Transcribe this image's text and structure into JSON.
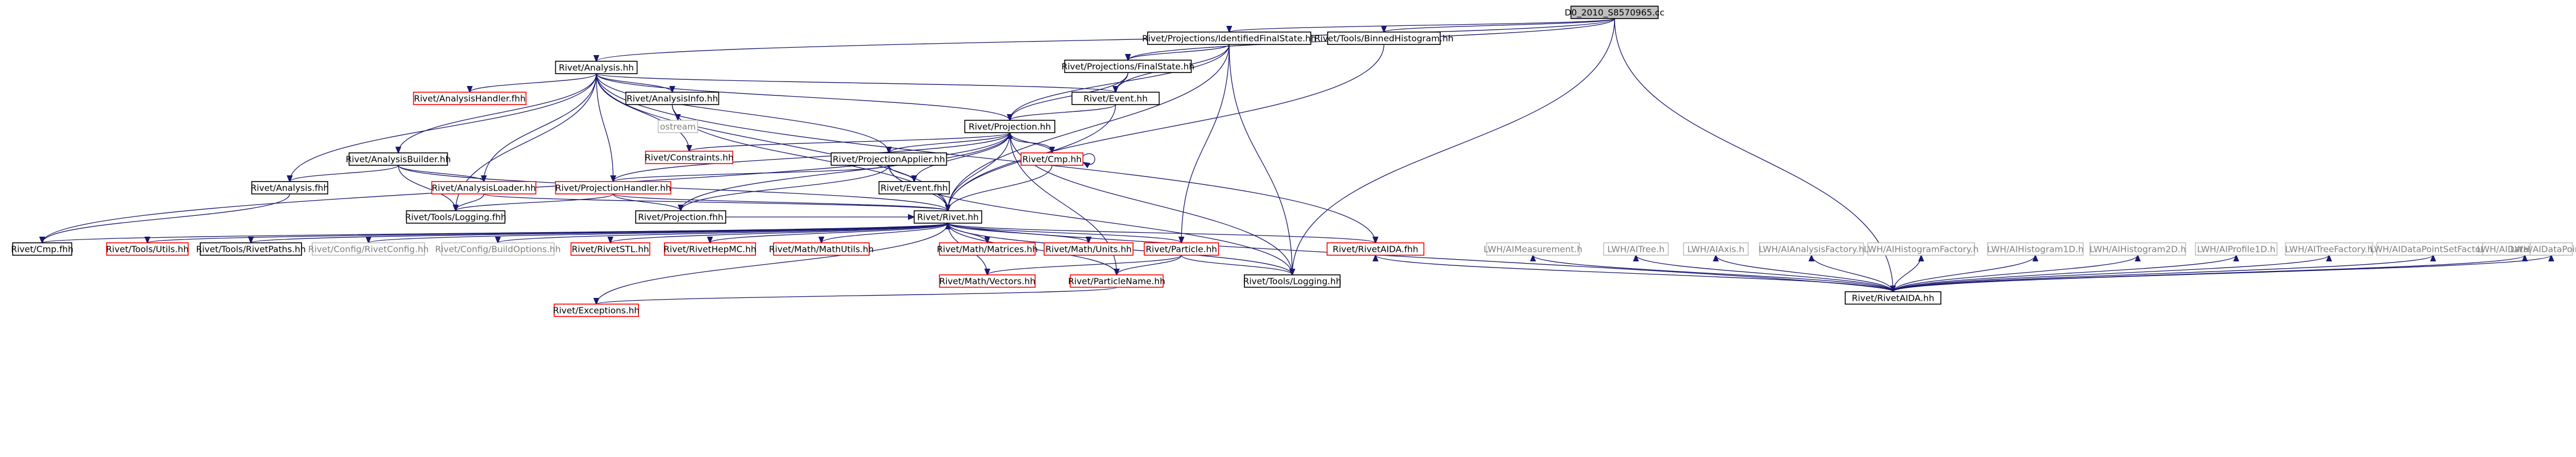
{
  "colors": {
    "edge": "#191970",
    "root_fill": "#bfbfbf",
    "normal_border": "#000000",
    "undocumented_border": "#ff0000",
    "external_border": "#bfbfbf",
    "external_text": "#7f7f7f"
  },
  "nodes": [
    {
      "id": "root",
      "label": "D0_2010_S8570965.cc",
      "kind": "root"
    },
    {
      "id": "analysis",
      "label": "Rivet/Analysis.hh",
      "kind": "normal"
    },
    {
      "id": "idfs",
      "label": "Rivet/Projections/IdentifiedFinalState.hh",
      "kind": "normal"
    },
    {
      "id": "binhist",
      "label": "Rivet/Tools/BinnedHistogram.hh",
      "kind": "normal"
    },
    {
      "id": "rivetaida",
      "label": "Rivet/RivetAIDA.hh",
      "kind": "normal"
    },
    {
      "id": "fs",
      "label": "Rivet/Projections/FinalState.hh",
      "kind": "normal"
    },
    {
      "id": "anahandler",
      "label": "Rivet/AnalysisHandler.fhh",
      "kind": "red"
    },
    {
      "id": "anainfo",
      "label": "Rivet/AnalysisInfo.hh",
      "kind": "normal"
    },
    {
      "id": "event",
      "label": "Rivet/Event.hh",
      "kind": "normal"
    },
    {
      "id": "ostream",
      "label": "ostream",
      "kind": "ext"
    },
    {
      "id": "projection",
      "label": "Rivet/Projection.hh",
      "kind": "normal"
    },
    {
      "id": "anabuilder",
      "label": "Rivet/AnalysisBuilder.hh",
      "kind": "normal"
    },
    {
      "id": "constraints",
      "label": "Rivet/Constraints.hh",
      "kind": "red"
    },
    {
      "id": "projapplier",
      "label": "Rivet/ProjectionApplier.hh",
      "kind": "normal"
    },
    {
      "id": "cmphh",
      "label": "Rivet/Cmp.hh",
      "kind": "red"
    },
    {
      "id": "anafhh",
      "label": "Rivet/Analysis.fhh",
      "kind": "normal"
    },
    {
      "id": "analoader",
      "label": "Rivet/AnalysisLoader.hh",
      "kind": "red"
    },
    {
      "id": "projhandler",
      "label": "Rivet/ProjectionHandler.hh",
      "kind": "red"
    },
    {
      "id": "eventfhh",
      "label": "Rivet/Event.fhh",
      "kind": "normal"
    },
    {
      "id": "toolslogfhh",
      "label": "Rivet/Tools/Logging.fhh",
      "kind": "normal"
    },
    {
      "id": "projfhh",
      "label": "Rivet/Projection.fhh",
      "kind": "normal"
    },
    {
      "id": "rivethh",
      "label": "Rivet/Rivet.hh",
      "kind": "normal"
    },
    {
      "id": "cmpfhh",
      "label": "Rivet/Cmp.fhh",
      "kind": "normal"
    },
    {
      "id": "toolsutils",
      "label": "Rivet/Tools/Utils.hh",
      "kind": "red"
    },
    {
      "id": "toolspaths",
      "label": "Rivet/Tools/RivetPaths.hh",
      "kind": "normal"
    },
    {
      "id": "rivetconfig",
      "label": "Rivet/Config/RivetConfig.hh",
      "kind": "ext"
    },
    {
      "id": "buildopts",
      "label": "Rivet/Config/BuildOptions.hh",
      "kind": "ext"
    },
    {
      "id": "rivetstl",
      "label": "Rivet/RivetSTL.hh",
      "kind": "red"
    },
    {
      "id": "rivethepmc",
      "label": "Rivet/RivetHepMC.hh",
      "kind": "red"
    },
    {
      "id": "mathutils",
      "label": "Rivet/Math/MathUtils.hh",
      "kind": "red"
    },
    {
      "id": "mathmatrices",
      "label": "Rivet/Math/Matrices.hh",
      "kind": "red"
    },
    {
      "id": "mathunits",
      "label": "Rivet/Math/Units.hh",
      "kind": "red"
    },
    {
      "id": "particle",
      "label": "Rivet/Particle.hh",
      "kind": "red"
    },
    {
      "id": "rivetaidafhh",
      "label": "Rivet/RivetAIDA.fhh",
      "kind": "red"
    },
    {
      "id": "mathvectors",
      "label": "Rivet/Math/Vectors.hh",
      "kind": "red"
    },
    {
      "id": "particlename",
      "label": "Rivet/ParticleName.hh",
      "kind": "red"
    },
    {
      "id": "toolslog",
      "label": "Rivet/Tools/Logging.hh",
      "kind": "normal"
    },
    {
      "id": "exceptions",
      "label": "Rivet/Exceptions.hh",
      "kind": "red"
    },
    {
      "id": "lwhmeas",
      "label": "LWH/AIMeasurement.h",
      "kind": "ext"
    },
    {
      "id": "lwhtree",
      "label": "LWH/AITree.h",
      "kind": "ext"
    },
    {
      "id": "lwhaxis",
      "label": "LWH/AIAxis.h",
      "kind": "ext"
    },
    {
      "id": "lwhanafact",
      "label": "LWH/AIAnalysisFactory.h",
      "kind": "ext"
    },
    {
      "id": "lwhhistfact",
      "label": "LWH/AIHistogramFactory.h",
      "kind": "ext"
    },
    {
      "id": "lwhhist1d",
      "label": "LWH/AIHistogram1D.h",
      "kind": "ext"
    },
    {
      "id": "lwhhist2d",
      "label": "LWH/AIHistogram2D.h",
      "kind": "ext"
    },
    {
      "id": "lwhprof1d",
      "label": "LWH/AIProfile1D.h",
      "kind": "ext"
    },
    {
      "id": "lwhtreefact",
      "label": "LWH/AITreeFactory.h",
      "kind": "ext"
    },
    {
      "id": "lwhdpsfact",
      "label": "LWH/AIDataPointSetFactory.h",
      "kind": "ext"
    },
    {
      "id": "lwhdps",
      "label": "LWH/AIDataPointSet.h",
      "kind": "ext"
    },
    {
      "id": "lwhdp",
      "label": "LWH/AIDataPoint.h",
      "kind": "ext"
    }
  ],
  "edges": [
    [
      "root",
      "analysis"
    ],
    [
      "root",
      "idfs"
    ],
    [
      "root",
      "binhist"
    ],
    [
      "root",
      "rivetaida"
    ],
    [
      "root",
      "fs"
    ],
    [
      "root",
      "toolslog"
    ],
    [
      "analysis",
      "anahandler"
    ],
    [
      "analysis",
      "anainfo"
    ],
    [
      "analysis",
      "event"
    ],
    [
      "analysis",
      "projection"
    ],
    [
      "analysis",
      "anabuilder"
    ],
    [
      "analysis",
      "constraints"
    ],
    [
      "analysis",
      "projapplier"
    ],
    [
      "analysis",
      "anafhh"
    ],
    [
      "analysis",
      "analoader"
    ],
    [
      "analysis",
      "projhandler"
    ],
    [
      "analysis",
      "toolslogfhh"
    ],
    [
      "analysis",
      "rivethh"
    ],
    [
      "analysis",
      "rivetaidafhh"
    ],
    [
      "idfs",
      "fs"
    ],
    [
      "idfs",
      "event"
    ],
    [
      "idfs",
      "projection"
    ],
    [
      "idfs",
      "rivethh"
    ],
    [
      "idfs",
      "particle"
    ],
    [
      "idfs",
      "toolslog"
    ],
    [
      "binhist",
      "rivethh"
    ],
    [
      "fs",
      "event"
    ],
    [
      "fs",
      "projection"
    ],
    [
      "anainfo",
      "ostream"
    ],
    [
      "anainfo",
      "rivethh"
    ],
    [
      "event",
      "projection"
    ],
    [
      "event",
      "rivethh"
    ],
    [
      "projection",
      "constraints"
    ],
    [
      "projection",
      "projapplier"
    ],
    [
      "projection",
      "cmphh"
    ],
    [
      "projection",
      "projhandler"
    ],
    [
      "projection",
      "eventfhh"
    ],
    [
      "projection",
      "projfhh"
    ],
    [
      "projection",
      "rivethh"
    ],
    [
      "projection",
      "particlename"
    ],
    [
      "projection",
      "toolslog"
    ],
    [
      "projection",
      "cmpfhh"
    ],
    [
      "cmphh",
      "cmphh"
    ],
    [
      "cmphh",
      "projection"
    ],
    [
      "cmphh",
      "rivethh"
    ],
    [
      "projapplier",
      "projhandler"
    ],
    [
      "projapplier",
      "eventfhh"
    ],
    [
      "projapplier",
      "projfhh"
    ],
    [
      "projapplier",
      "rivethh"
    ],
    [
      "projapplier",
      "toolslog"
    ],
    [
      "anabuilder",
      "anafhh"
    ],
    [
      "anabuilder",
      "analoader"
    ],
    [
      "anabuilder",
      "toolslogfhh"
    ],
    [
      "anabuilder",
      "rivethh"
    ],
    [
      "anafhh",
      "cmpfhh"
    ],
    [
      "analoader",
      "toolslogfhh"
    ],
    [
      "analoader",
      "rivethh"
    ],
    [
      "projhandler",
      "toolslogfhh"
    ],
    [
      "projhandler",
      "projfhh"
    ],
    [
      "projhandler",
      "rivethh"
    ],
    [
      "projfhh",
      "rivethh"
    ],
    [
      "rivethh",
      "cmpfhh"
    ],
    [
      "rivethh",
      "toolsutils"
    ],
    [
      "rivethh",
      "toolspaths"
    ],
    [
      "rivethh",
      "rivetconfig"
    ],
    [
      "rivethh",
      "buildopts"
    ],
    [
      "rivethh",
      "rivetstl"
    ],
    [
      "rivethh",
      "rivethepmc"
    ],
    [
      "rivethh",
      "mathutils"
    ],
    [
      "rivethh",
      "mathmatrices"
    ],
    [
      "rivethh",
      "mathunits"
    ],
    [
      "rivethh",
      "particle"
    ],
    [
      "rivethh",
      "rivetaidafhh"
    ],
    [
      "rivethh",
      "mathvectors"
    ],
    [
      "rivethh",
      "particlename"
    ],
    [
      "rivethh",
      "toolslog"
    ],
    [
      "rivethh",
      "exceptions"
    ],
    [
      "particle",
      "mathvectors"
    ],
    [
      "particle",
      "particlename"
    ],
    [
      "particle",
      "toolslog"
    ],
    [
      "particlename",
      "exceptions"
    ],
    [
      "rivetaida",
      "rivethh"
    ],
    [
      "rivetaida",
      "rivetaidafhh"
    ],
    [
      "rivetaida",
      "lwhmeas"
    ],
    [
      "rivetaida",
      "lwhtree"
    ],
    [
      "rivetaida",
      "lwhaxis"
    ],
    [
      "rivetaida",
      "lwhanafact"
    ],
    [
      "rivetaida",
      "lwhhistfact"
    ],
    [
      "rivetaida",
      "lwhhist1d"
    ],
    [
      "rivetaida",
      "lwhhist2d"
    ],
    [
      "rivetaida",
      "lwhprof1d"
    ],
    [
      "rivetaida",
      "lwhtreefact"
    ],
    [
      "rivetaida",
      "lwhdpsfact"
    ],
    [
      "rivetaida",
      "lwhdps"
    ],
    [
      "rivetaida",
      "lwhdp"
    ]
  ]
}
